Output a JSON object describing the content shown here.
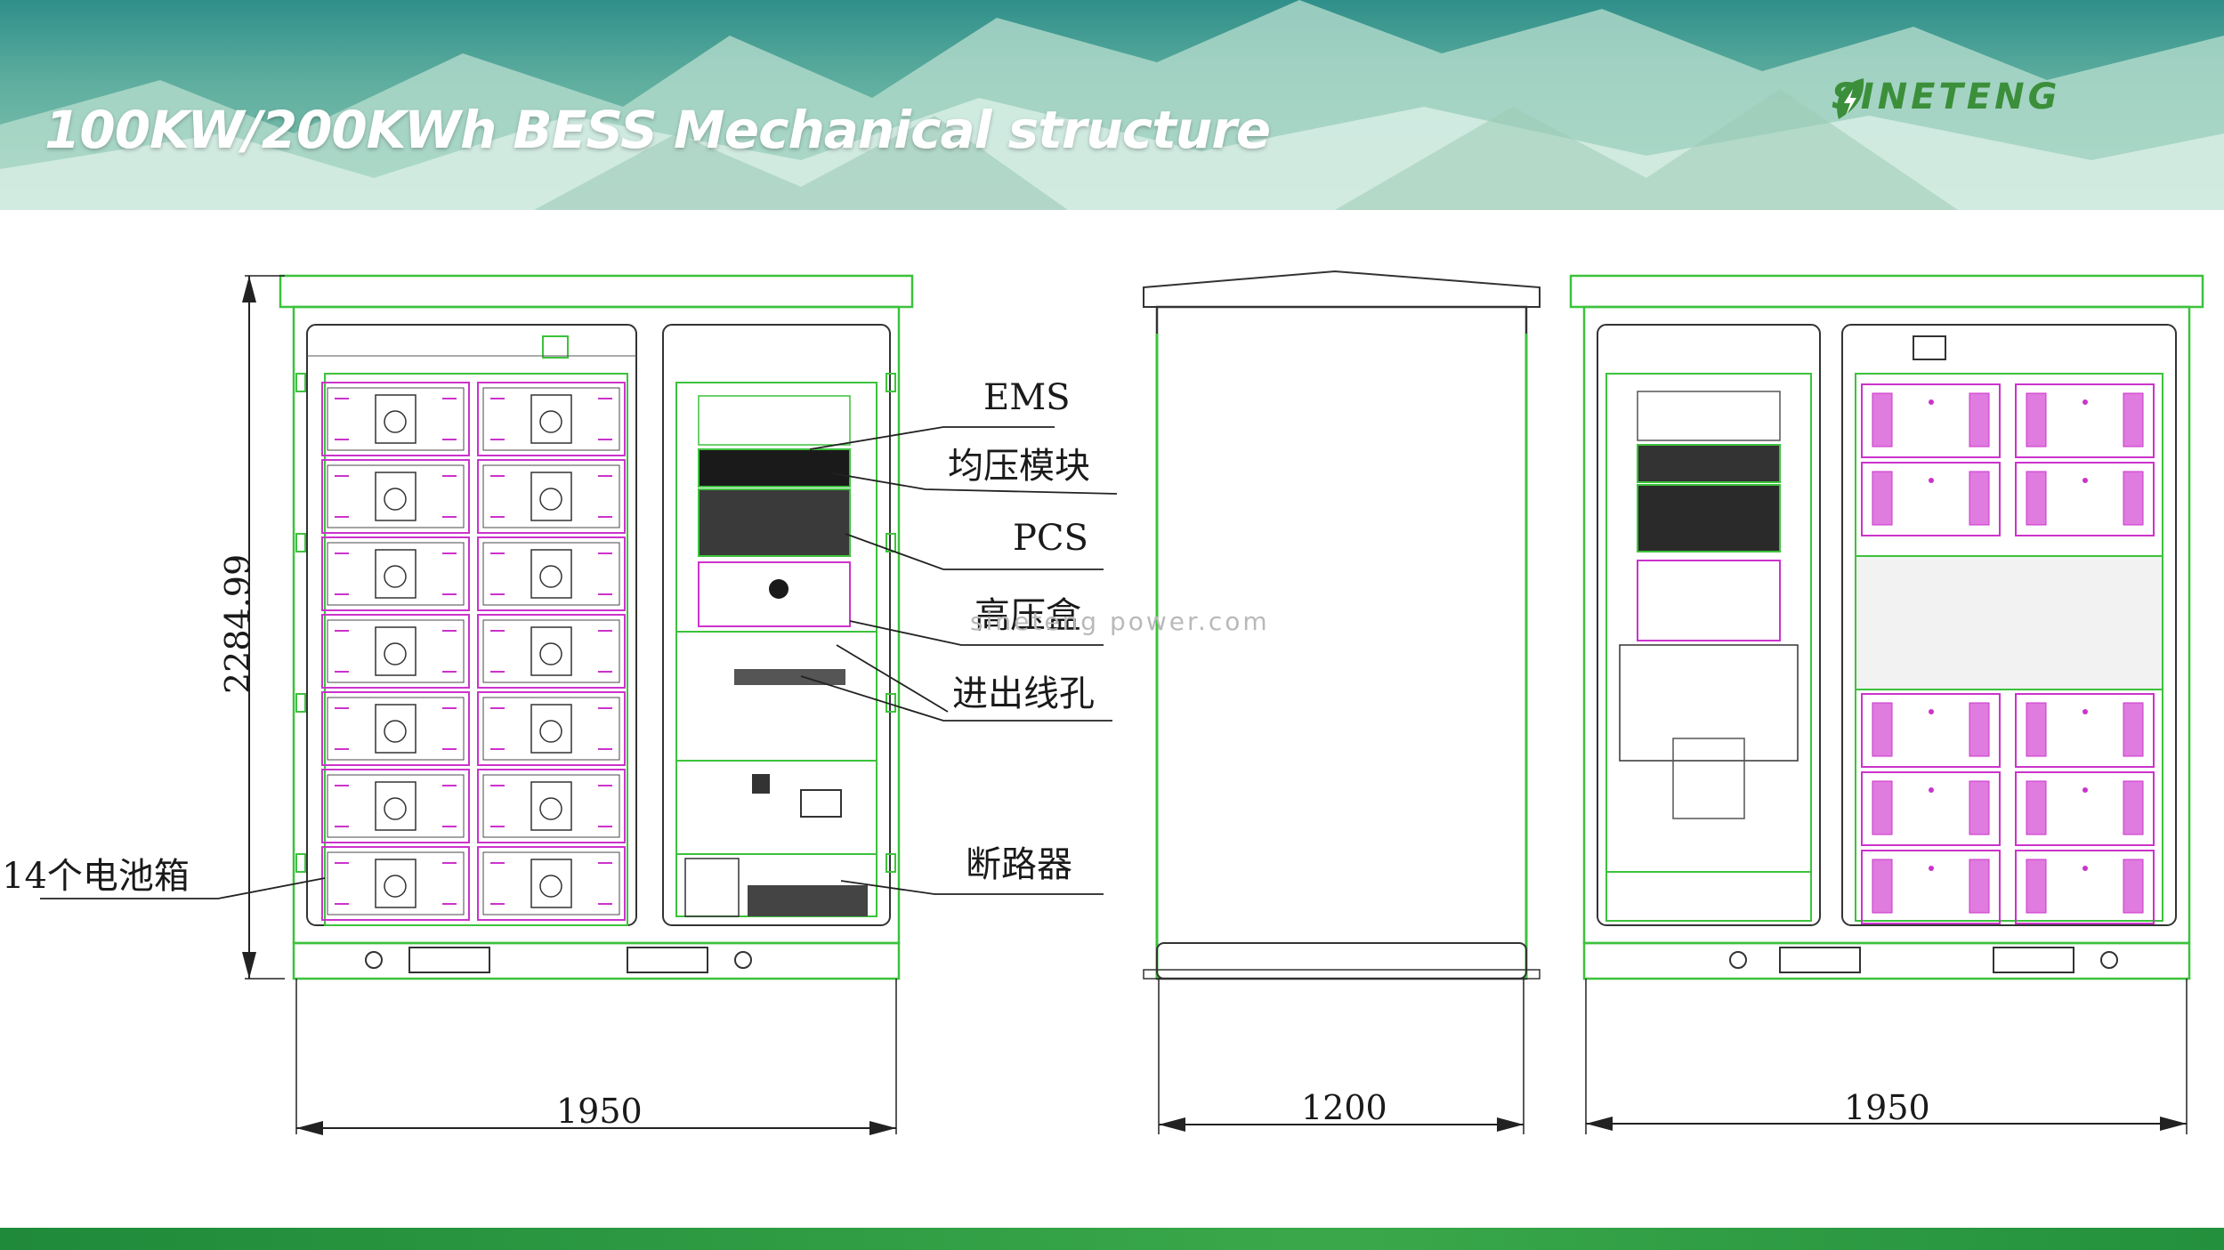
{
  "slide": {
    "title": "100KW/200KWh BESS Mechanical structure",
    "logo_text": "SINETENG",
    "logo_icon": "leaf-bolt-icon",
    "watermark": "sineteng power.com"
  },
  "colors": {
    "frame_green": "#3cc23c",
    "battery_magenta": "#cc33cc",
    "ink": "#1a1a1a",
    "footer_green": "#2f9a42"
  },
  "labels": {
    "ems": "EMS",
    "balancing_module": "均压模块",
    "pcs": "PCS",
    "hv_box": "高压盒",
    "cable_holes": "进出线孔",
    "breaker": "断路器",
    "battery_boxes": "14个电池箱"
  },
  "dimensions": {
    "height": "2284.99",
    "front_width": "1950",
    "side_width": "1200",
    "rear_width": "1950"
  }
}
